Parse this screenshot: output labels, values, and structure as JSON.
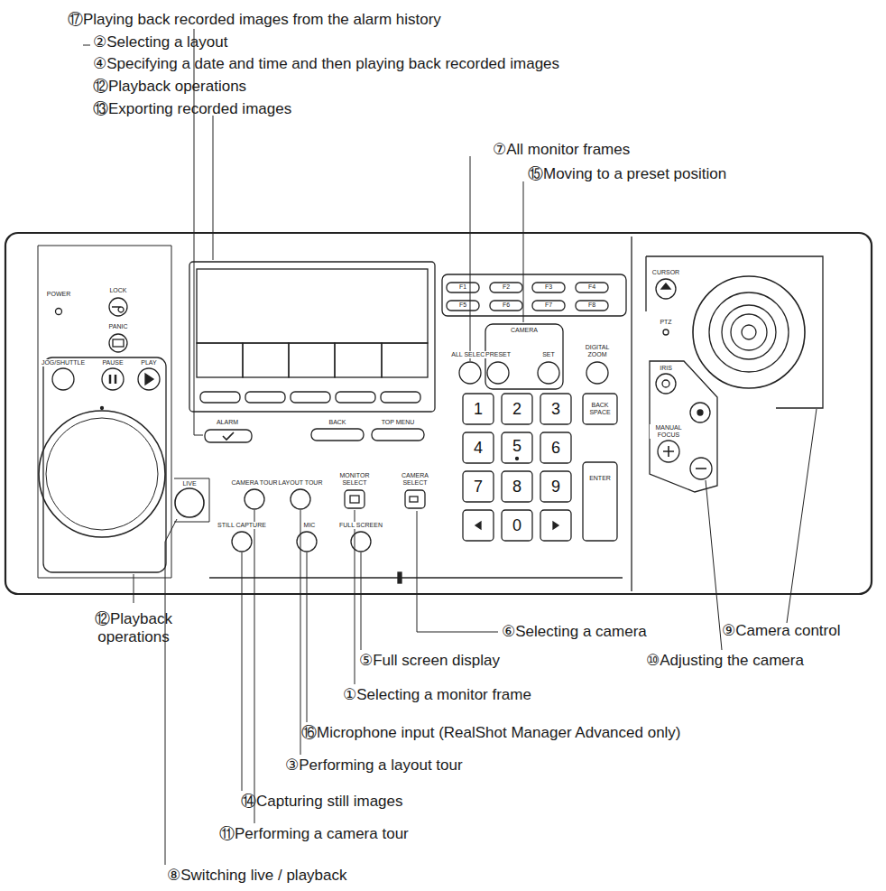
{
  "diagram": {
    "labels": [
      "⑰Playing back recorded images from the alarm history",
      "②Selecting a layout",
      "④Specifying a date and time and then playing back recorded images",
      "⑫Playback operations",
      "⑬Exporting recorded images",
      "⑦All monitor frames",
      "⑮Moving to a preset position",
      "⑫Playback operations",
      "⑥Selecting a camera",
      "⑨Camera control",
      "⑩Adjusting the camera",
      "⑤Full screen display",
      "①Selecting a monitor frame",
      "⑯Microphone input (RealShot Manager Advanced only)",
      "③Performing a layout tour",
      "⑭Capturing still images",
      "⑪Performing a camera tour",
      "⑧Switching live / playback",
      "POWER",
      "LOCK",
      "PANIC",
      "JOG/SHUTTLE",
      "PAUSE",
      "PLAY",
      "ALARM",
      "BACK",
      "TOP MENU",
      "LIVE",
      "CAMERA TOUR",
      "LAYOUT TOUR",
      "MONITOR SELECT",
      "CAMERA SELECT",
      "STILL CAPTURE",
      "MIC",
      "FULL SCREEN",
      "F1",
      "F2",
      "F3",
      "F4",
      "F5",
      "F6",
      "F7",
      "F8",
      "ALL SELECT",
      "CAMERA",
      "PRESET",
      "SET",
      "DIGITAL ZOOM",
      "CURSOR",
      "PTZ",
      "IRIS",
      "MANUAL FOCUS",
      "BACK SPACE",
      "ENTER",
      "1",
      "2",
      "3",
      "4",
      "5",
      "6",
      "7",
      "8",
      "9",
      "0"
    ]
  }
}
